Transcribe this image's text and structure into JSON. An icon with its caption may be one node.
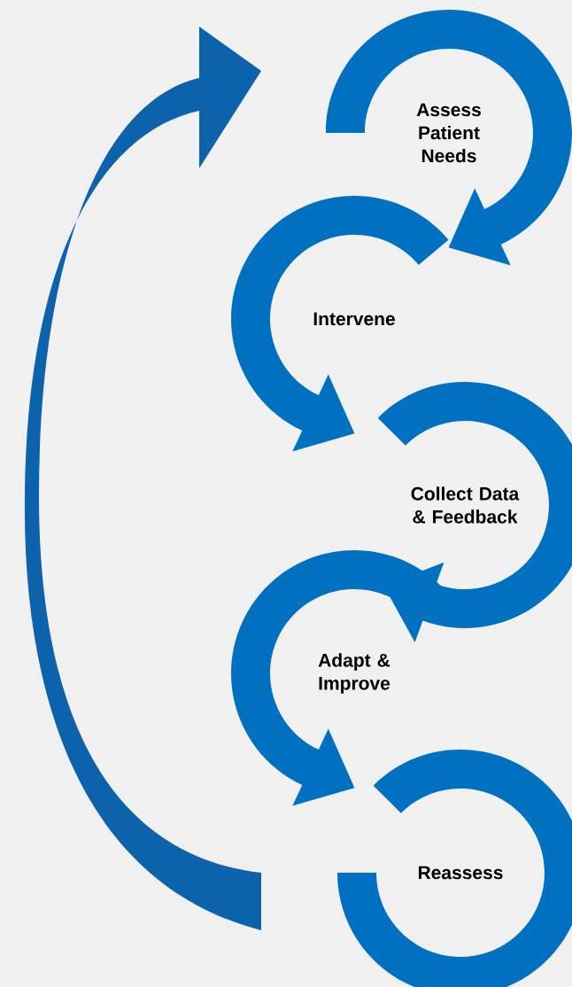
{
  "diagram": {
    "nodes": [
      {
        "text": [
          "Assess Patient Needs"
        ]
      },
      {
        "text": [
          "Intervene"
        ]
      },
      {
        "text": [
          "Collect Data & Feedback"
        ]
      },
      {
        "text": [
          "Adapt & Improve"
        ]
      },
      {
        "text": [
          "Reassess"
        ]
      }
    ],
    "edges": [
      {
        "from": 0,
        "to": 1,
        "arrow": "to"
      },
      {
        "from": 1,
        "to": 2,
        "arrow": "to"
      },
      {
        "from": 2,
        "to": 3,
        "arrow": "to"
      },
      {
        "from": 3,
        "to": 4,
        "arrow": "to"
      },
      {
        "from": 4,
        "to": 0,
        "arrow": "to"
      }
    ]
  }
}
